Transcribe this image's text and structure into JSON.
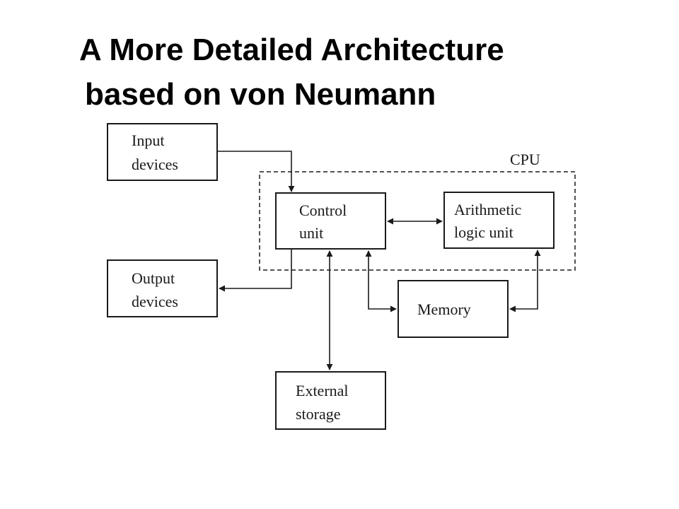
{
  "slide": {
    "title_line1": "A More Detailed Architecture",
    "title_line2": "based on von Neumann"
  },
  "diagram": {
    "cpu_label": "CPU",
    "nodes": {
      "input": [
        "Input",
        "devices"
      ],
      "output": [
        "Output",
        "devices"
      ],
      "control": [
        "Control",
        "unit"
      ],
      "alu": [
        "Arithmetic",
        "logic unit"
      ],
      "memory": [
        "Memory"
      ],
      "storage": [
        "External",
        "storage"
      ]
    },
    "edges": [
      {
        "from": "input",
        "to": "control",
        "direction": "one-way"
      },
      {
        "from": "control",
        "to": "output",
        "direction": "one-way"
      },
      {
        "from": "control",
        "to": "alu",
        "direction": "two-way"
      },
      {
        "from": "control",
        "to": "memory",
        "direction": "two-way"
      },
      {
        "from": "alu",
        "to": "memory",
        "direction": "two-way"
      },
      {
        "from": "control",
        "to": "storage",
        "direction": "two-way"
      }
    ]
  }
}
